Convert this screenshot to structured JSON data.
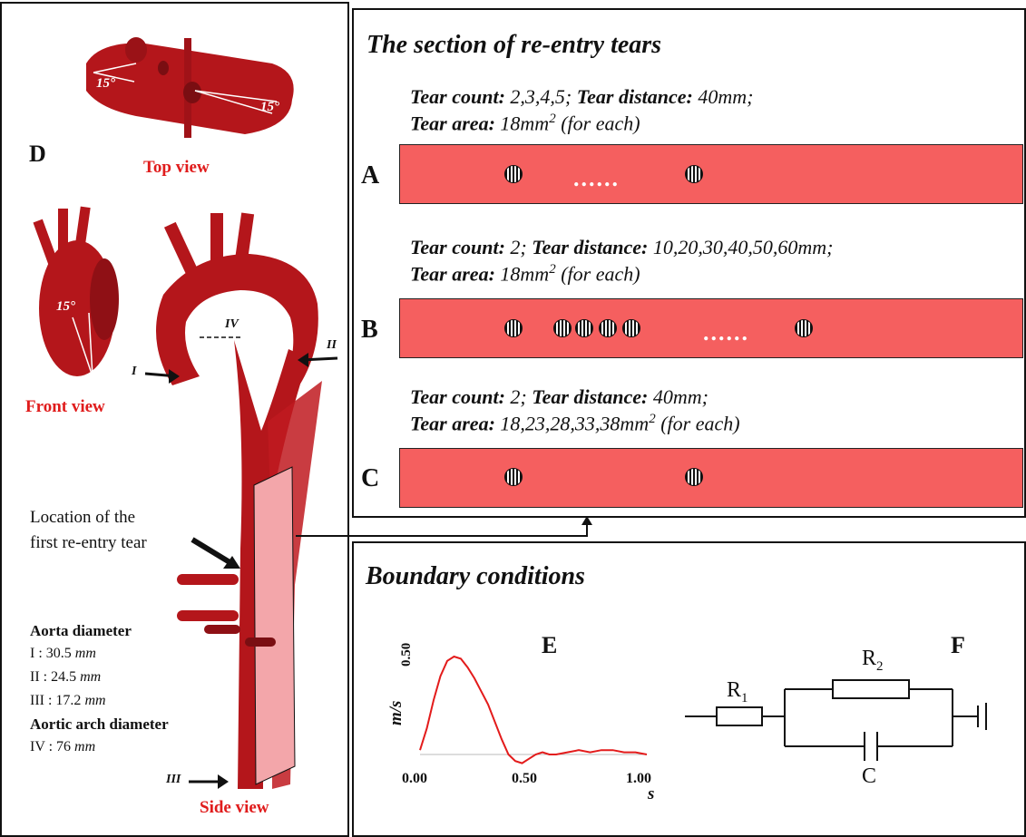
{
  "right_top": {
    "title": "The section of re-entry tears",
    "rows": [
      {
        "letter": "A",
        "line1": [
          {
            "b": "Tear count:"
          },
          {
            "t": " 2,3,4,5; "
          },
          {
            "b": "Tear distance:"
          },
          {
            "t": " 40mm;"
          }
        ],
        "line2": [
          {
            "b": "Tear area:"
          },
          {
            "t": " 18mm"
          },
          {
            "sup": "2"
          },
          {
            "t": " (for each)"
          }
        ],
        "dots": "......"
      },
      {
        "letter": "B",
        "line1": [
          {
            "b": "Tear count:"
          },
          {
            "t": " 2; "
          },
          {
            "b": "Tear distance:"
          },
          {
            "t": " 10,20,30,40,50,60mm;"
          }
        ],
        "line2": [
          {
            "b": "Tear area:"
          },
          {
            "t": " 18mm"
          },
          {
            "sup": "2"
          },
          {
            "t": " (for each)"
          }
        ],
        "dots": "......"
      },
      {
        "letter": "C",
        "line1": [
          {
            "b": "Tear count:"
          },
          {
            "t": " 2; "
          },
          {
            "b": "Tear distance:"
          },
          {
            "t": " 40mm;"
          }
        ],
        "line2": [
          {
            "b": "Tear area:"
          },
          {
            "t": " 18,23,28,33,38mm"
          },
          {
            "sup": "2"
          },
          {
            "t": " (for each)"
          }
        ],
        "dots": ""
      }
    ]
  },
  "right_bottom": {
    "title": "Boundary conditions",
    "label_e": "E",
    "label_f": "F",
    "velocity_chart": {
      "ylabel": "m/s",
      "xlabel": "s",
      "y_tick": "0.50",
      "x_ticks": [
        "0.00",
        "0.50",
        "1.00"
      ]
    },
    "circuit": {
      "r1": "R",
      "r1_sub": "1",
      "r2": "R",
      "r2_sub": "2",
      "c": "C"
    }
  },
  "left": {
    "label_d": "D",
    "top_view": "Top view",
    "front_view": "Front view",
    "side_view": "Side view",
    "angle_top_1": "15°",
    "angle_top_2": "15°",
    "angle_front": "15°",
    "marker_I": "I",
    "marker_II": "II",
    "marker_III": "III",
    "marker_IV": "IV",
    "location_line1": "Location  of  the",
    "location_line2": "first re-entry tear",
    "diam_title": "Aorta diameter",
    "diam_I_lab": "I : 30.5 ",
    "diam_I_unit": "mm",
    "diam_II_lab": "II : 24.5 ",
    "diam_II_unit": "mm",
    "diam_III_lab": "III : 17.2 ",
    "diam_III_unit": "mm",
    "arch_title": "Aortic arch diameter",
    "arch_IV_lab": "IV : 76 ",
    "arch_IV_unit": "mm"
  },
  "colors": {
    "aorta": "#b4161b",
    "bar": "#f55f5f",
    "label_red": "#e01c1c",
    "curve": "#e31b1b"
  },
  "chart_data": {
    "type": "line",
    "xlabel": "s",
    "ylabel": "m/s",
    "xlim": [
      0,
      1
    ],
    "ylim": [
      0,
      0.5
    ],
    "x_ticks": [
      "0.00",
      "0.50",
      "1.00"
    ],
    "y_ticks": [
      "0.50"
    ],
    "series": [
      {
        "x": [
          0.0,
          0.03,
          0.06,
          0.09,
          0.12,
          0.15,
          0.18,
          0.21,
          0.24,
          0.27,
          0.3,
          0.33,
          0.36,
          0.39,
          0.42,
          0.45,
          0.48,
          0.51,
          0.54,
          0.57,
          0.6,
          0.65,
          0.7,
          0.75,
          0.8,
          0.85,
          0.9,
          0.95,
          1.0
        ],
        "y": [
          0.02,
          0.12,
          0.25,
          0.36,
          0.43,
          0.45,
          0.44,
          0.4,
          0.35,
          0.29,
          0.23,
          0.15,
          0.07,
          0.0,
          -0.03,
          -0.04,
          -0.02,
          0.0,
          0.01,
          0.0,
          0.0,
          0.01,
          0.02,
          0.01,
          0.02,
          0.02,
          0.01,
          0.01,
          0.0
        ]
      }
    ]
  }
}
